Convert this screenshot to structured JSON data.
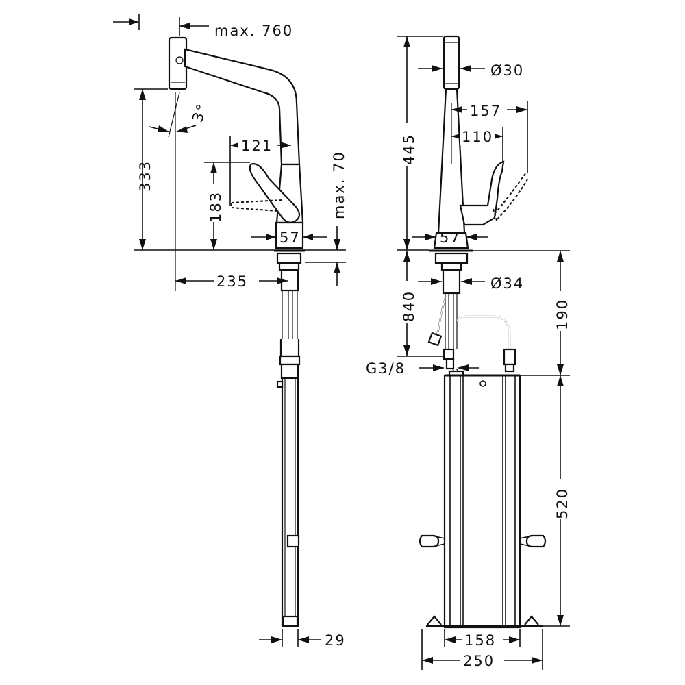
{
  "side_view": {
    "max_reach": "max. 760",
    "angle": "3°",
    "height_spout": "333",
    "lever_reach": "121",
    "lever_height": "183",
    "max_above_deck": "max. 70",
    "base_width": "57",
    "spout_projection": "235",
    "hose_width": "29"
  },
  "front_view": {
    "spout_diameter": "Ø30",
    "lever_swing_open": "157",
    "lever_swing": "110",
    "total_height": "445",
    "base_width": "57",
    "shank_diameter": "Ø34",
    "below_deck": "840",
    "connection_height": "190",
    "thread": "G3/8",
    "box_height": "520",
    "box_inner_width": "158",
    "box_outer_width": "250"
  }
}
